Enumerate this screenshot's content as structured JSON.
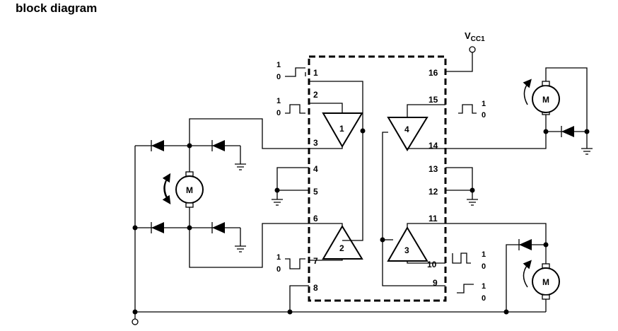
{
  "title": "block diagram",
  "supply": {
    "name": "V",
    "sub": "CC1"
  },
  "motor_label": "M",
  "pins": {
    "p1": "1",
    "p2": "2",
    "p3": "3",
    "p4": "4",
    "p5": "5",
    "p6": "6",
    "p7": "7",
    "p8": "8",
    "p9": "9",
    "p10": "10",
    "p11": "11",
    "p12": "12",
    "p13": "13",
    "p14": "14",
    "p15": "15",
    "p16": "16"
  },
  "drivers": {
    "d1": "1",
    "d2": "2",
    "d3": "3",
    "d4": "4"
  },
  "logic": {
    "high": "1",
    "low": "0"
  },
  "colors": {
    "line": "#000000",
    "background": "#ffffff"
  }
}
